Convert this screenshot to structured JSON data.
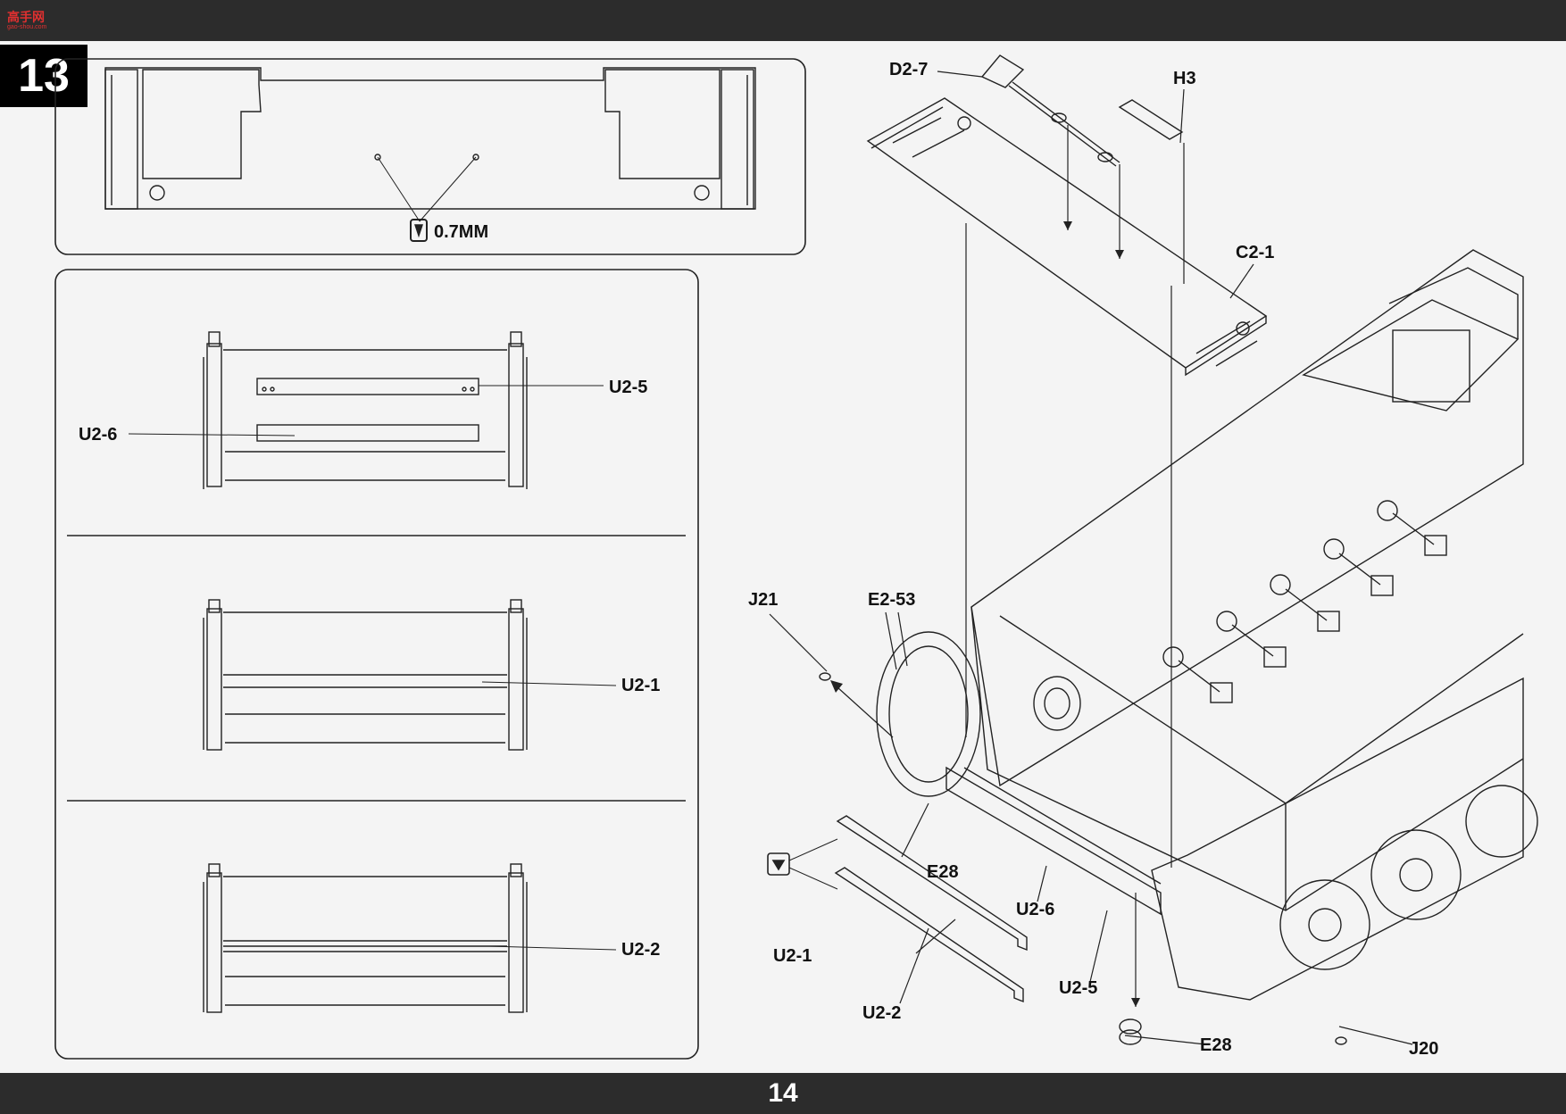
{
  "header": {
    "logo_text": "高手网",
    "logo_sub": "gao-shou.com"
  },
  "step_number": "13",
  "page_number": "14",
  "callouts": {
    "drill_size": "0.7MM",
    "panel_1": {
      "top": "U2-5",
      "bottom": "U2-6"
    },
    "panel_2": {
      "label": "U2-1"
    },
    "panel_3": {
      "label": "U2-2"
    }
  },
  "main_parts": {
    "d2_7": "D2-7",
    "h3": "H3",
    "c2_1": "C2-1",
    "j21": "J21",
    "e2_53": "E2-53",
    "e28_upper": "E28",
    "u2_6": "U2-6",
    "u2_1": "U2-1",
    "u2_5": "U2-5",
    "u2_2": "U2-2",
    "e28_lower": "E28",
    "j20": "J20"
  }
}
